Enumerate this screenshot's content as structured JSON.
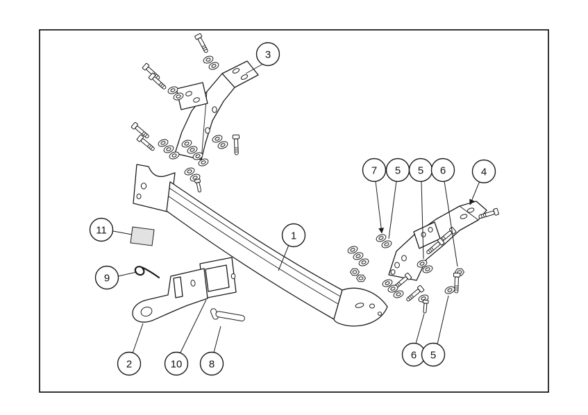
{
  "figure": {
    "background": "#ffffff",
    "line_color": "#1a1a1a",
    "balloons": [
      {
        "label": "3"
      },
      {
        "label": "7"
      },
      {
        "label": "5"
      },
      {
        "label": "5"
      },
      {
        "label": "6"
      },
      {
        "label": "4"
      },
      {
        "label": "11"
      },
      {
        "label": "1"
      },
      {
        "label": "9"
      },
      {
        "label": "2"
      },
      {
        "label": "10"
      },
      {
        "label": "8"
      },
      {
        "label": "6"
      },
      {
        "label": "5"
      }
    ]
  }
}
